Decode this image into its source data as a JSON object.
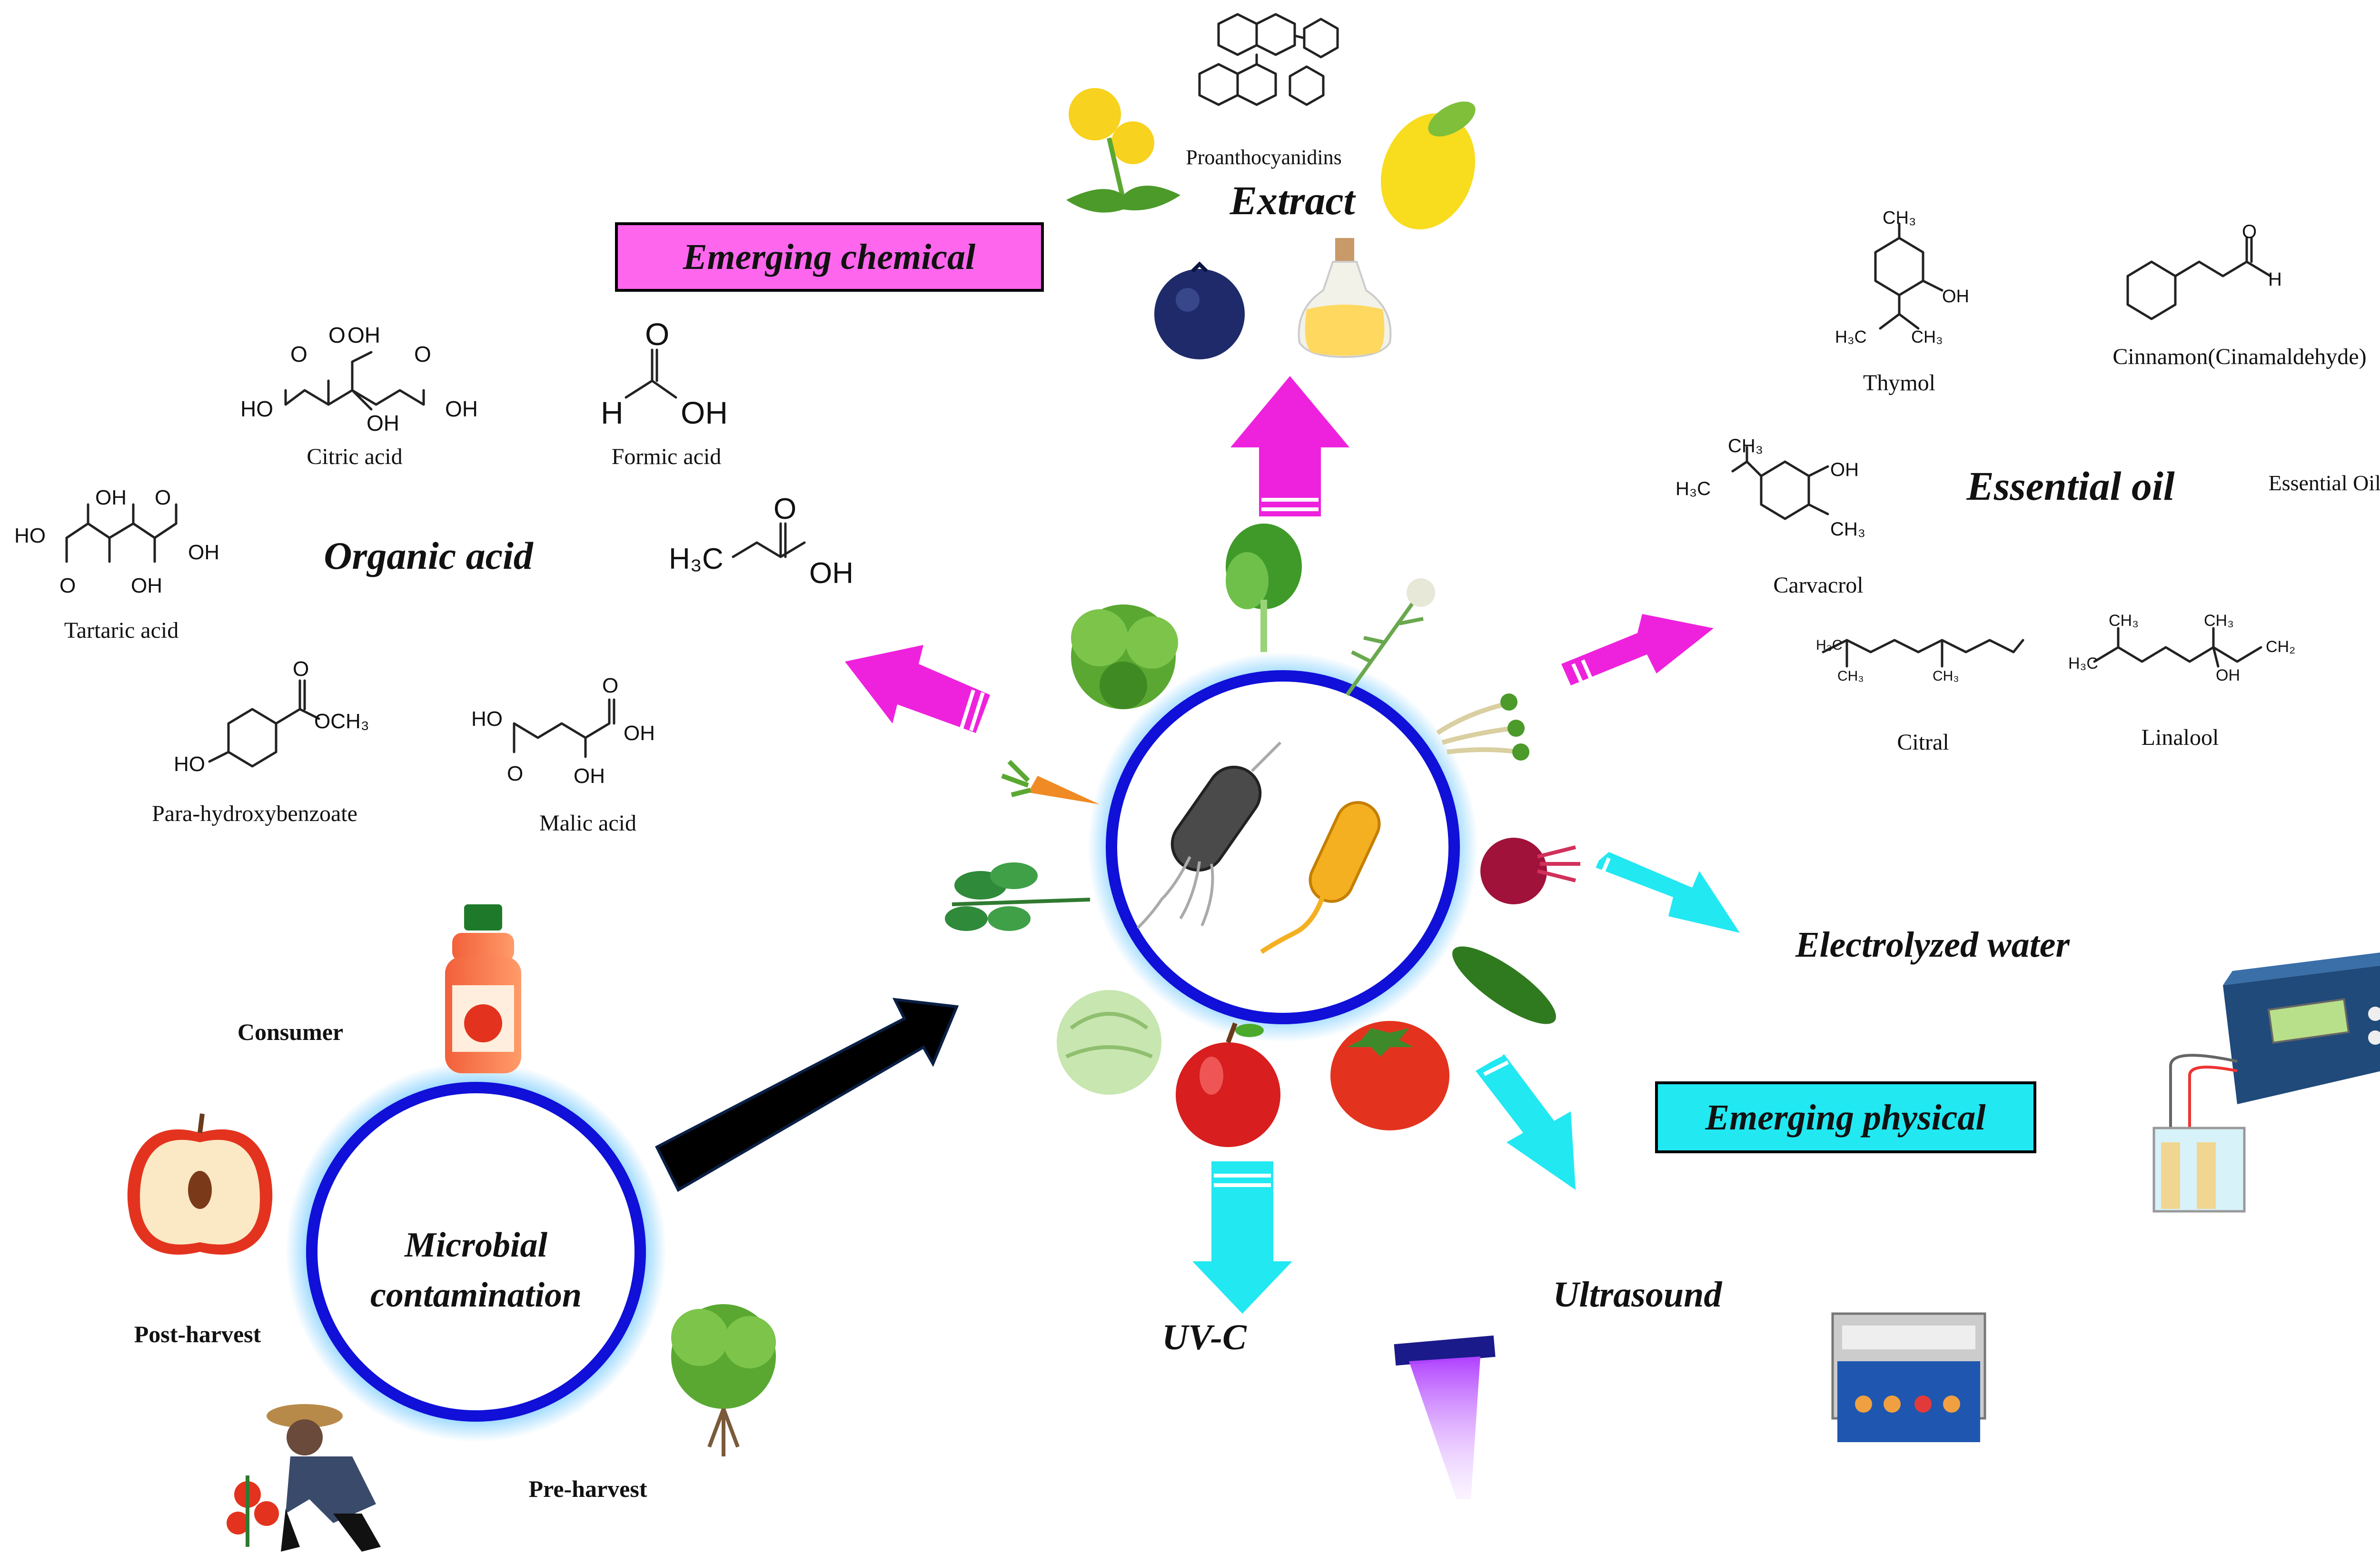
{
  "diagram": {
    "microbial_contamination": {
      "line1": "Microbial",
      "line2": "contamination"
    },
    "sources": [
      "Consumer",
      "Post-harvest",
      "Pre-harvest"
    ],
    "categories": {
      "emerging_chemical": "Emerging chemical",
      "emerging_physical": "Emerging physical"
    },
    "chemical_groups": {
      "extract": "Extract",
      "organic_acid": "Organic acid",
      "essential_oil": "Essential oil",
      "essential_oil_note": "Essential Oils extracts"
    },
    "physical_methods": {
      "electrolyzed_water": "Electrolyzed water",
      "ultrasound": "Ultrasound",
      "uvc": "UV-C"
    },
    "compounds": {
      "proanthocyanidins": "Proanthocyanidins",
      "citric_acid": "Citric acid",
      "formic_acid": "Formic acid",
      "tartaric_acid": "Tartaric acid",
      "para_hydroxybenzoate": "Para-hydroxybenzoate",
      "malic_acid": "Malic acid",
      "thymol": "Thymol",
      "cinnamon": "Cinnamon(Cinamaldehyde)",
      "carvacrol": "Carvacrol",
      "citral": "Citral",
      "linalool": "Linalool"
    },
    "colors": {
      "ring": "#1010d8",
      "ring_glow": "#8fd4ff",
      "chemical_arrow": "#ee22dd",
      "chemical_box": "#ff66ee",
      "physical_arrow": "#22e8f2",
      "physical_box": "#22e8f2",
      "main_arrow": "#000000"
    }
  }
}
